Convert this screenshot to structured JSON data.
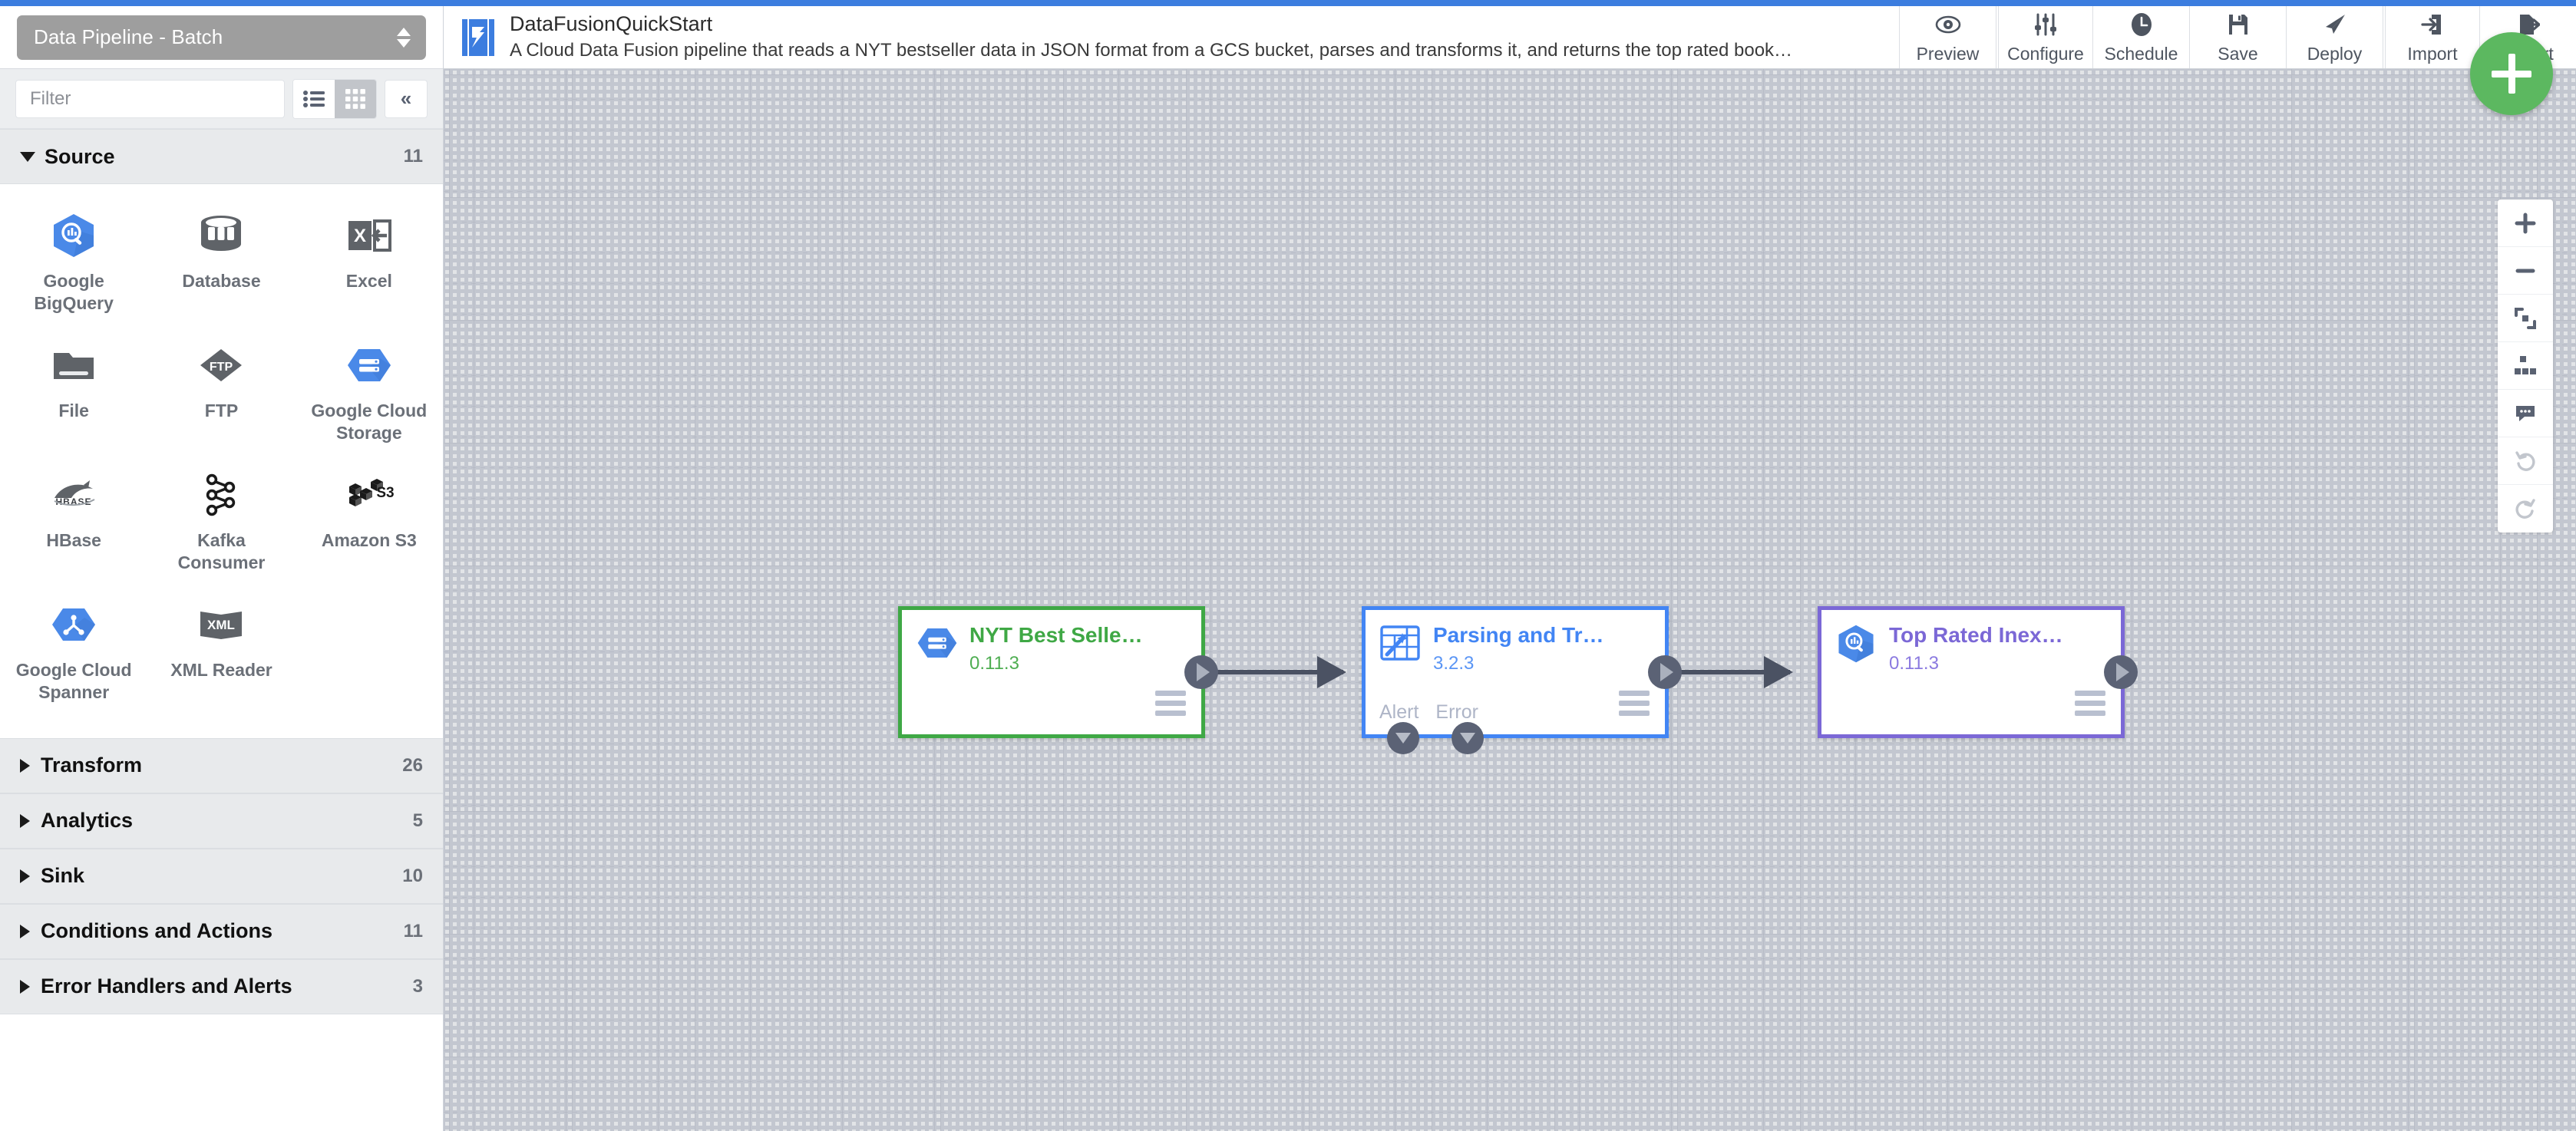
{
  "theme": {
    "accent_blue": "#3c7ddf",
    "node_source_green": "#3fa845",
    "node_transform_blue": "#4285f4",
    "node_sink_purple": "#7b68d6",
    "fab_green": "#5cb860",
    "annotation_red": "#ef4423"
  },
  "sidebar": {
    "pipeline_type": "Data Pipeline - Batch",
    "filter_placeholder": "Filter",
    "view_list_icon": "list-view-icon",
    "view_grid_icon": "grid-view-icon",
    "collapse_icon": "collapse-panel-icon",
    "groups": [
      {
        "name": "Source",
        "count": "11",
        "expanded": true,
        "plugins": [
          {
            "label": "Google BigQuery",
            "icon": "google-bigquery-icon"
          },
          {
            "label": "Database",
            "icon": "database-icon"
          },
          {
            "label": "Excel",
            "icon": "excel-icon"
          },
          {
            "label": "File",
            "icon": "file-folder-icon"
          },
          {
            "label": "FTP",
            "icon": "ftp-icon"
          },
          {
            "label": "Google Cloud Storage",
            "icon": "google-cloud-storage-icon"
          },
          {
            "label": "HBase",
            "icon": "hbase-icon"
          },
          {
            "label": "Kafka Consumer",
            "icon": "kafka-icon"
          },
          {
            "label": "Amazon S3",
            "icon": "amazon-s3-icon"
          },
          {
            "label": "Google Cloud Spanner",
            "icon": "google-cloud-spanner-icon"
          },
          {
            "label": "XML Reader",
            "icon": "xml-reader-icon"
          }
        ]
      },
      {
        "name": "Transform",
        "count": "26",
        "expanded": false,
        "plugins": []
      },
      {
        "name": "Analytics",
        "count": "5",
        "expanded": false,
        "plugins": []
      },
      {
        "name": "Sink",
        "count": "10",
        "expanded": false,
        "plugins": []
      },
      {
        "name": "Conditions and Actions",
        "count": "11",
        "expanded": false,
        "plugins": []
      },
      {
        "name": "Error Handlers and Alerts",
        "count": "3",
        "expanded": false,
        "plugins": []
      }
    ]
  },
  "header": {
    "logo_icon": "data-fusion-logo-icon",
    "title": "DataFusionQuickStart",
    "description": "A Cloud Data Fusion pipeline that reads a NYT bestseller data in JSON format from a GCS bucket, parses and transforms it, and returns the top rated book…",
    "actions": [
      {
        "label": "Preview",
        "icon": "eye-icon"
      },
      {
        "label": "Configure",
        "icon": "sliders-icon"
      },
      {
        "label": "Schedule",
        "icon": "clock-icon"
      },
      {
        "label": "Save",
        "icon": "floppy-disk-icon"
      },
      {
        "label": "Deploy",
        "icon": "paper-plane-icon"
      },
      {
        "label": "Import",
        "icon": "import-arrow-icon"
      },
      {
        "label": "Export",
        "icon": "export-arrow-icon"
      }
    ]
  },
  "canvas": {
    "add_node_label": "+",
    "annotation": {
      "type": "arrow",
      "points_to": "Deploy",
      "color": "#ef4423"
    },
    "nodes": [
      {
        "name": "NYT Best Selle…",
        "version": "0.11.3",
        "icon": "google-cloud-storage-icon",
        "color": "#3fa845",
        "ports": [],
        "menu_icon": "node-menu-icon"
      },
      {
        "name": "Parsing and Tr…",
        "version": "3.2.3",
        "icon": "wrangler-icon",
        "color": "#4285f4",
        "ports": [
          "Alert",
          "Error"
        ],
        "menu_icon": "node-menu-icon"
      },
      {
        "name": "Top Rated Inex…",
        "version": "0.11.3",
        "icon": "google-bigquery-icon",
        "color": "#7b68d6",
        "ports": [],
        "menu_icon": "node-menu-icon"
      }
    ],
    "tools": [
      {
        "icon": "zoom-in-icon",
        "enabled": true
      },
      {
        "icon": "zoom-out-icon",
        "enabled": true
      },
      {
        "icon": "fit-to-screen-icon",
        "enabled": true
      },
      {
        "icon": "align-nodes-icon",
        "enabled": true
      },
      {
        "icon": "comment-icon",
        "enabled": true
      },
      {
        "icon": "undo-icon",
        "enabled": false
      },
      {
        "icon": "redo-icon",
        "enabled": false
      }
    ]
  }
}
